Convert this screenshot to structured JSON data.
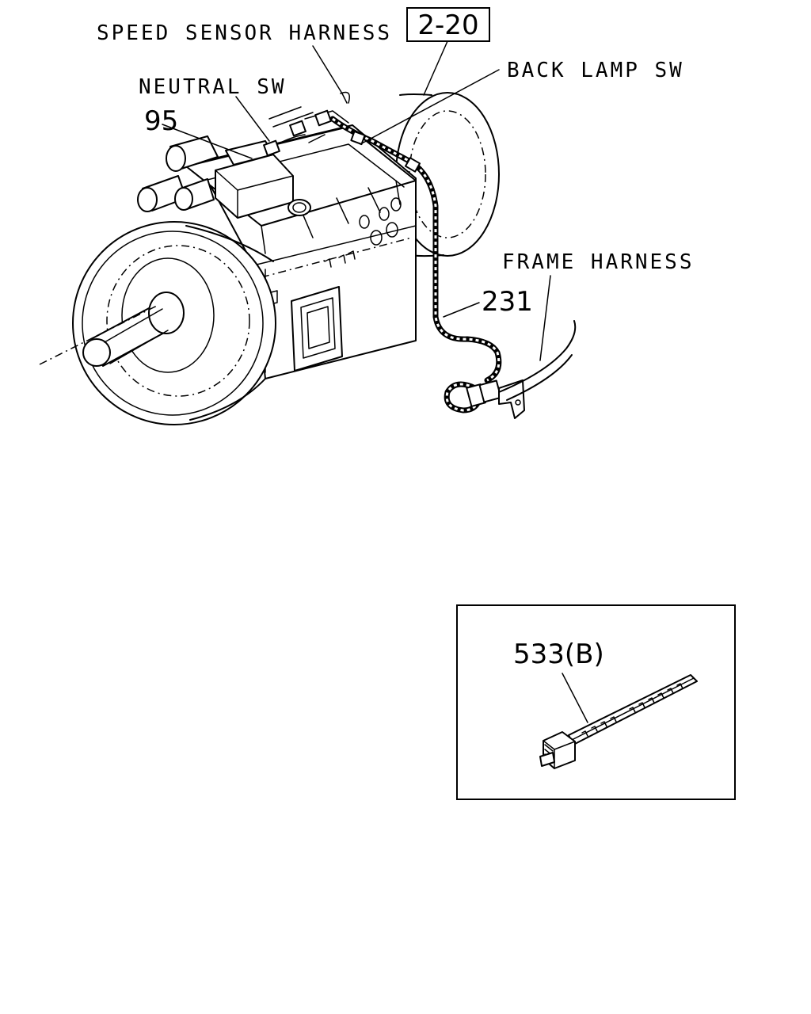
{
  "labels": {
    "speed_sensor_harness": "SPEED SENSOR HARNESS",
    "ref_box": "2-20",
    "back_lamp_sw": "BACK LAMP SW",
    "neutral_sw": "NEUTRAL SW",
    "part_95": "95",
    "frame_harness": "FRAME HARNESS",
    "part_231": "231",
    "part_533b": "533(B)"
  },
  "icons": {
    "transmission": "transmission-assembly-icon",
    "cable_tie": "cable-tie-icon"
  }
}
